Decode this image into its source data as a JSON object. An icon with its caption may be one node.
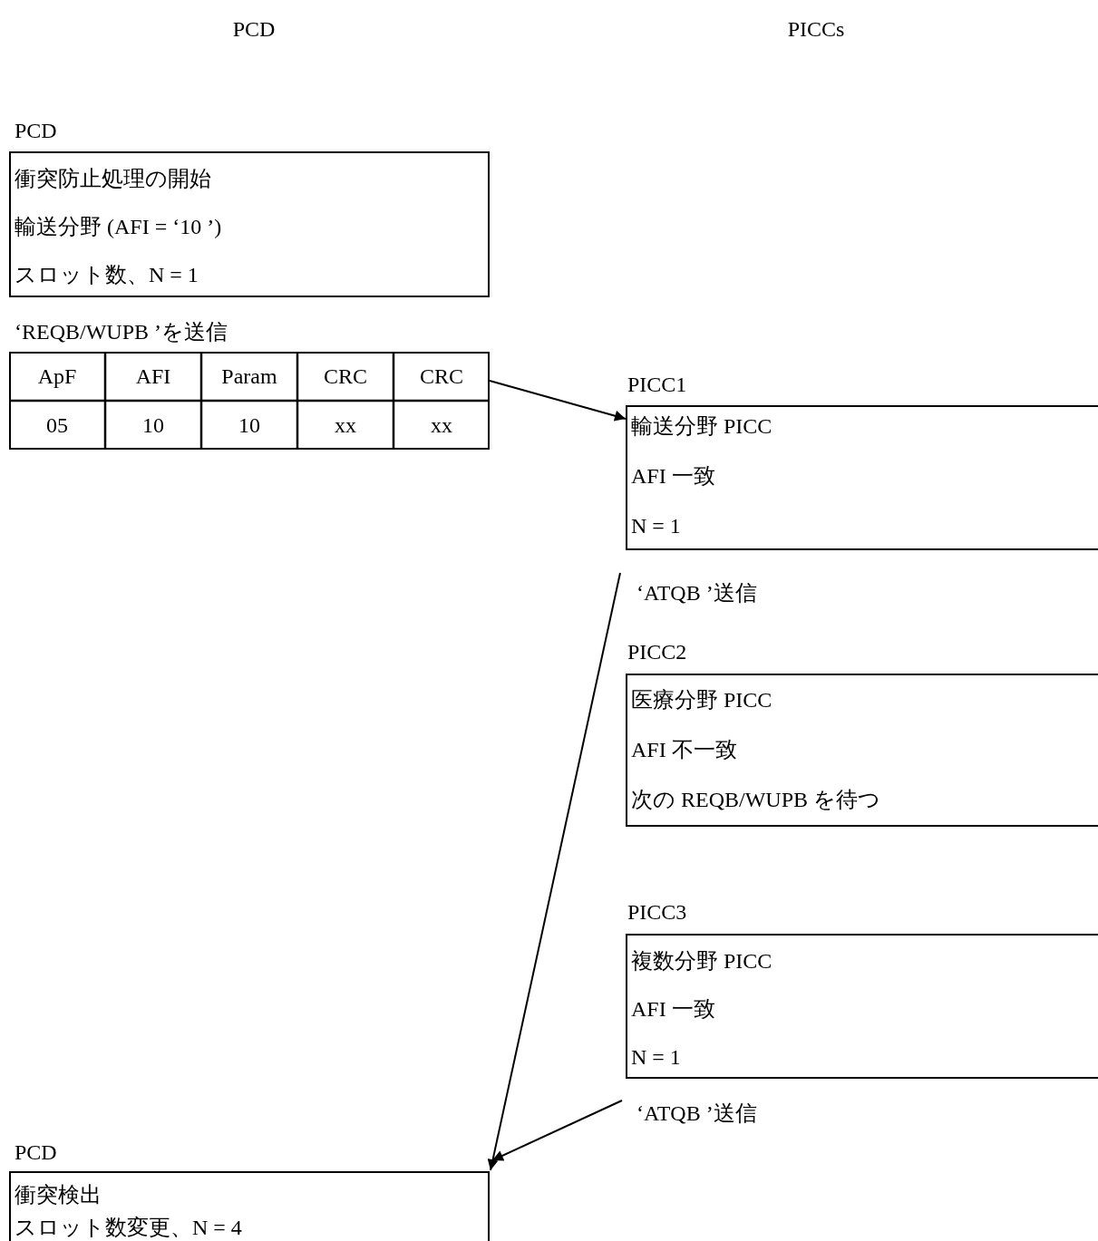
{
  "diagram": {
    "nodes": [
      {
        "text": [
          "PCD",
          "衝突防止処理の開始",
          "輸送分野 (AFI = ‘10 ’)",
          "スロット数、N = 1"
        ]
      },
      {
        "text": [
          "‘REQB/WUPB ’を送信"
        ]
      },
      {
        "text": [
          "PICC1",
          "輸送分野 PICC",
          "AFI 一致",
          "N = 1"
        ],
        "beside": [
          "‘ATQB ’送信"
        ]
      },
      {
        "text": [
          "PICC2",
          "医療分野 PICC",
          "AFI 不一致",
          "次の REQB/WUPB を待つ"
        ]
      },
      {
        "text": [
          "PICC3",
          "複数分野 PICC",
          "AFI 一致",
          "N = 1"
        ],
        "beside": [
          "‘ATQB ’送信"
        ]
      },
      {
        "text": [
          "PCD",
          "衝突検出",
          "スロット数変更、N = 4"
        ]
      }
    ],
    "edges": [
      {
        "from": 1,
        "to": 2,
        "arrow": "to"
      },
      {
        "from": 2,
        "to": 5,
        "arrow": "to"
      },
      {
        "from": 4,
        "to": 5,
        "arrow": "to"
      }
    ],
    "labels": [
      "PCD",
      "PICCs",
      "ApF",
      "AFI",
      "Param",
      "CRC",
      "CRC",
      "05",
      "10",
      "10",
      "xx",
      "xx"
    ]
  }
}
